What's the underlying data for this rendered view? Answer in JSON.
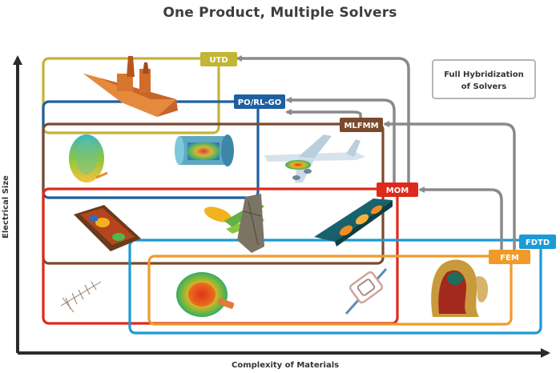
{
  "title": "One Product, Multiple Solvers",
  "solvers": {
    "utd": "UTD",
    "po": "PO/RL-GO",
    "mlfmm": "MLFMM",
    "mom": "MOM",
    "fem": "FEM",
    "fdtd": "FDTD"
  },
  "note": {
    "line1": "Full Hybridization",
    "line2": "of Solvers"
  },
  "axes": {
    "y": "Electrical Size",
    "x": "Complexity of Materials"
  },
  "colors": {
    "utd": "#c3b535",
    "po": "#1e5fa0",
    "mlfmm": "#7a4a2e",
    "mom": "#dd2a1b",
    "fem": "#f19a2a",
    "fdtd": "#1b9ad6",
    "arrow": "#8a8a8a",
    "axis": "#2b2b2b"
  },
  "illustrations": [
    "ship-model",
    "radiation-pattern",
    "cylinder-antenna",
    "aircraft-model",
    "pcb-board",
    "array-pattern",
    "vehicle-panel",
    "yagi-antenna",
    "horn-pattern",
    "rfid-tag",
    "human-head-model"
  ]
}
